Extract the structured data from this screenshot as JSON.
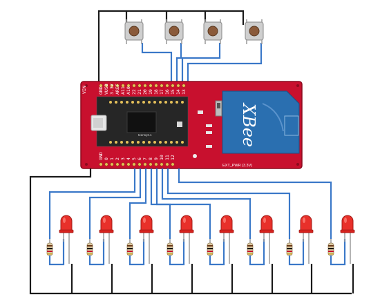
{
  "board": {
    "top_pins": [
      "GND",
      "VUSB",
      "3.3V",
      "AREF",
      "A11",
      "A10",
      "22",
      "21",
      "20",
      "19",
      "18",
      "17",
      "16",
      "15",
      "14",
      "13"
    ],
    "bottom_pins": [
      "GND",
      "0",
      "1",
      "2",
      "3",
      "4",
      "5",
      "6",
      "7",
      "8",
      "9",
      "10",
      "11",
      "12"
    ],
    "left_top": "VIN",
    "xbee_label": "XBee",
    "teensy_label": "teensy3.1",
    "ext_pwr_label": "EXT_PWR (3.3V)"
  },
  "parts": {
    "button_count": 4,
    "led_count": 8
  },
  "colors": {
    "board": "#c8102e",
    "board_edge": "#8c0a1e",
    "xbee": "#2a6fb0",
    "wire_blue": "#3a78c8",
    "wire_black": "#1a1a1a",
    "led": "#e8302a"
  }
}
